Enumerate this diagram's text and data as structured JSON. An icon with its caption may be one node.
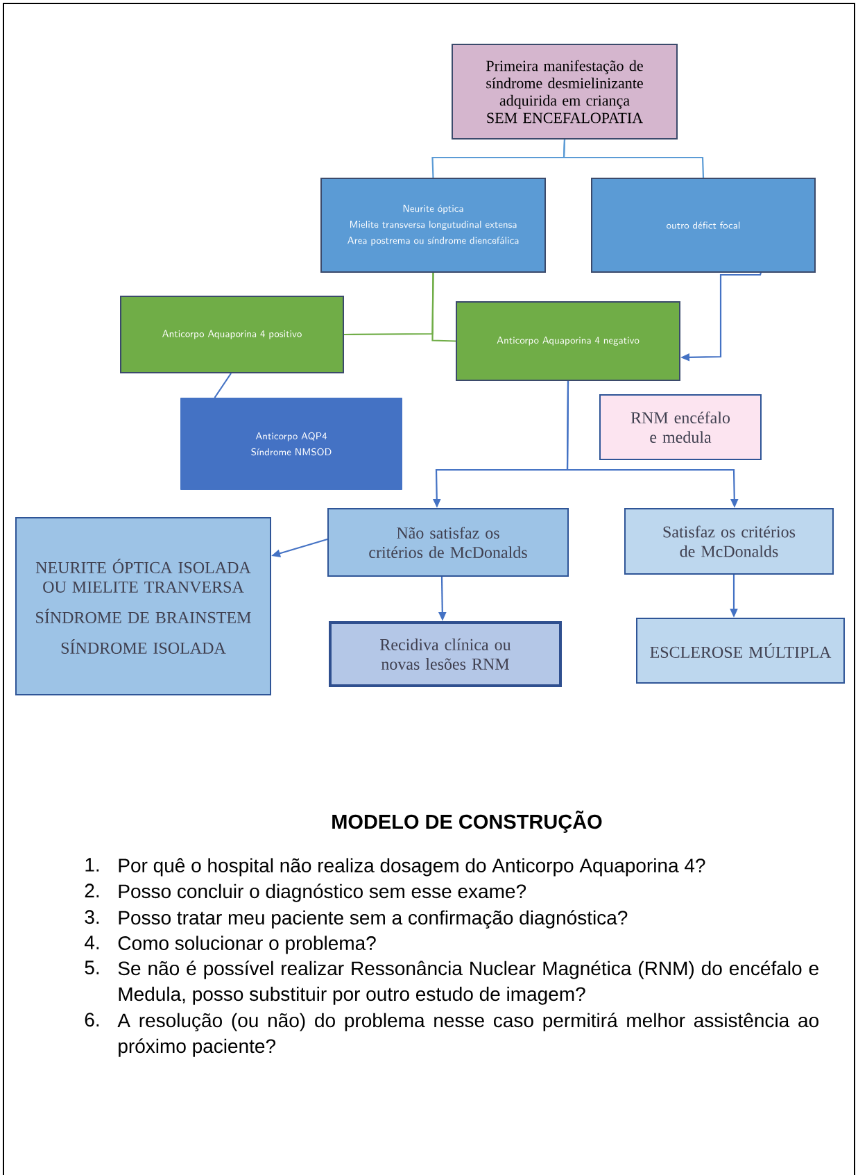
{
  "diagram": {
    "nodes": [
      {
        "text": [
          "Primeira manifestação de síndrome desmielinizante adquirida em criança SEM ENCEFALOPATIA"
        ]
      },
      {
        "text": [
          "Neurite óptica",
          "Mielite transversa longutudinal extensa",
          "Area postrema ou síndrome diencefálica"
        ]
      },
      {
        "text": [
          "outro défict focal"
        ]
      },
      {
        "text": [
          "Anticorpo Aquaporina 4 positivo"
        ]
      },
      {
        "text": [
          "Anticorpo  Aquaporina 4 negativo"
        ]
      },
      {
        "text": [
          "Anticorpo AQP4",
          "Síndrome NMSOD"
        ]
      },
      {
        "text": [
          "RNM encéfalo e medula"
        ]
      },
      {
        "text": [
          "NEURITE ÓPTICA ISOLADA OU MIELITE TRANVERSA",
          "SÍNDROME DE BRAINSTEM",
          "SÍNDROME ISOLADA"
        ]
      },
      {
        "text": [
          "Não satisfaz os critérios de McDonalds"
        ]
      },
      {
        "text": [
          "Satisfaz os critérios de McDonalds"
        ]
      },
      {
        "text": [
          "Recidiva clínica ou novas lesões RNM"
        ]
      },
      {
        "text": [
          "ESCLEROSE MÚLTIPLA"
        ]
      }
    ],
    "edges": [
      {
        "from": 0,
        "to": 1,
        "arrow": "none",
        "color": "#5b9bd5"
      },
      {
        "from": 0,
        "to": 2,
        "arrow": "none",
        "color": "#5b9bd5"
      },
      {
        "from": 1,
        "to": 3,
        "arrow": "none",
        "color": "#70ad47"
      },
      {
        "from": 1,
        "to": 4,
        "arrow": "none",
        "color": "#70ad47"
      },
      {
        "from": 2,
        "to": 4,
        "arrow": "to"
      },
      {
        "from": 3,
        "to": 5,
        "arrow": "none"
      },
      {
        "from": 4,
        "to": 8,
        "arrow": "to"
      },
      {
        "from": 4,
        "to": 9,
        "arrow": "to"
      },
      {
        "from": 8,
        "to": 7,
        "arrow": "to"
      },
      {
        "from": 8,
        "to": 10,
        "arrow": "to"
      },
      {
        "from": 9,
        "to": 11,
        "arrow": "to"
      }
    ],
    "labels": [
      "MODELO DE CONSTRUÇÃO",
      "1.",
      "Por quê o hospital não realiza dosagem do Anticorpo Aquaporina 4?",
      "2.",
      "Posso concluir o diagnóstico sem esse exame?",
      "3.",
      "Posso tratar meu paciente sem a confirmação diagnóstica?",
      "4.",
      "Como solucionar o problema?",
      "5.",
      "Se não é possível realizar Ressonância Nuclear Magnética (RNM) do encéfalo e Medula, posso substituir por outro estudo de imagem?",
      "6.",
      "A resolução (ou não) do problema nesse caso permitirá melhor assistência ao próximo paciente?"
    ]
  }
}
